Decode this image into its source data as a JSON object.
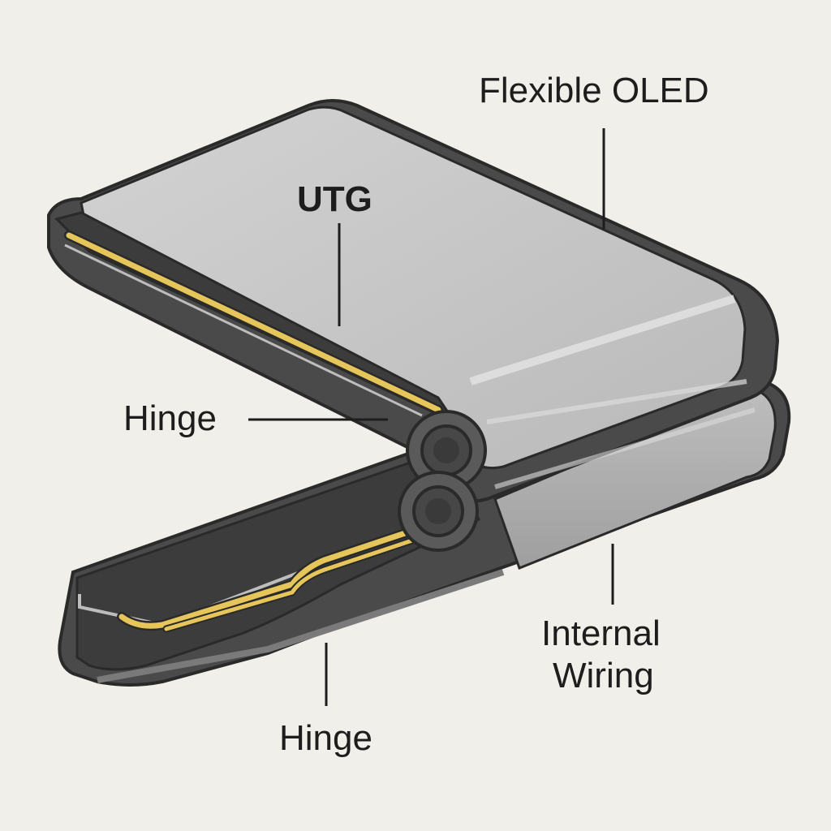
{
  "labels": {
    "flexible_oled": "Flexible OLED",
    "utg": "UTG",
    "hinge_top": "Hinge",
    "internal_wiring_line1": "Internal",
    "internal_wiring_line2": "Wiring",
    "hinge_bottom": "Hinge"
  },
  "colors": {
    "background": "#f1efe9",
    "outline": "#2a2a2a",
    "frame_dark": "#4a4a4a",
    "screen_light": "#c9c9c9",
    "screen_mid": "#a9a9a9",
    "bottom_panel": "#3c3c3c",
    "wiring_gold": "#e6c65a"
  }
}
